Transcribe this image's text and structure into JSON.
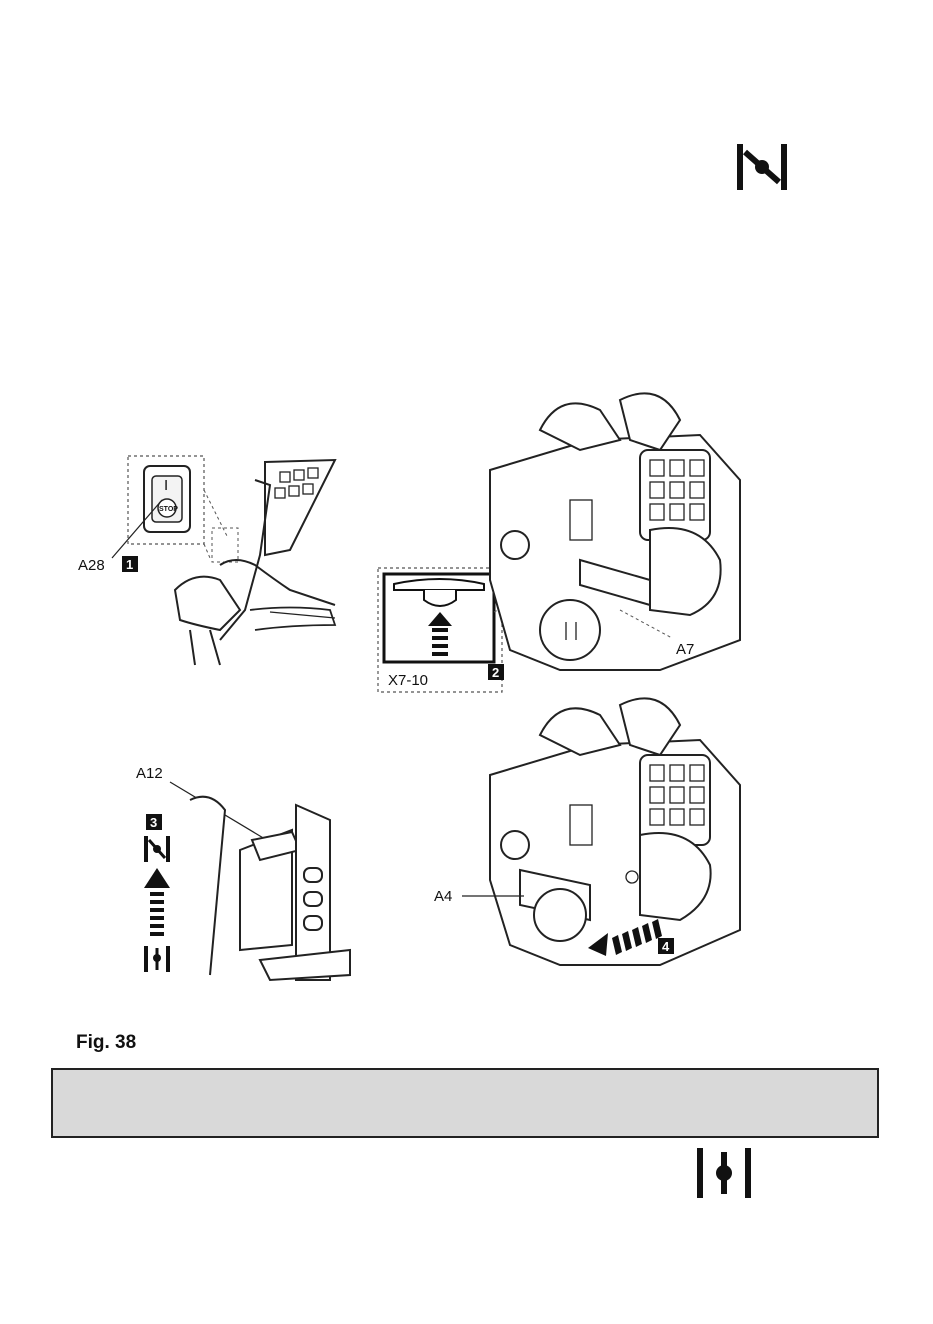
{
  "figure": {
    "caption": "Fig. 38",
    "callouts": {
      "a28": "A28",
      "x7_10": "X7-10",
      "a7": "A7",
      "a12": "A12",
      "a4": "A4"
    },
    "steps": [
      "1",
      "2",
      "3",
      "4"
    ],
    "switch_label": "STOP",
    "switch_on_mark": "I"
  },
  "icons": {
    "top_right": "choke-closed-icon",
    "bottom_right": "choke-open-icon"
  },
  "note_box": {
    "color": "#d9d9d9"
  }
}
